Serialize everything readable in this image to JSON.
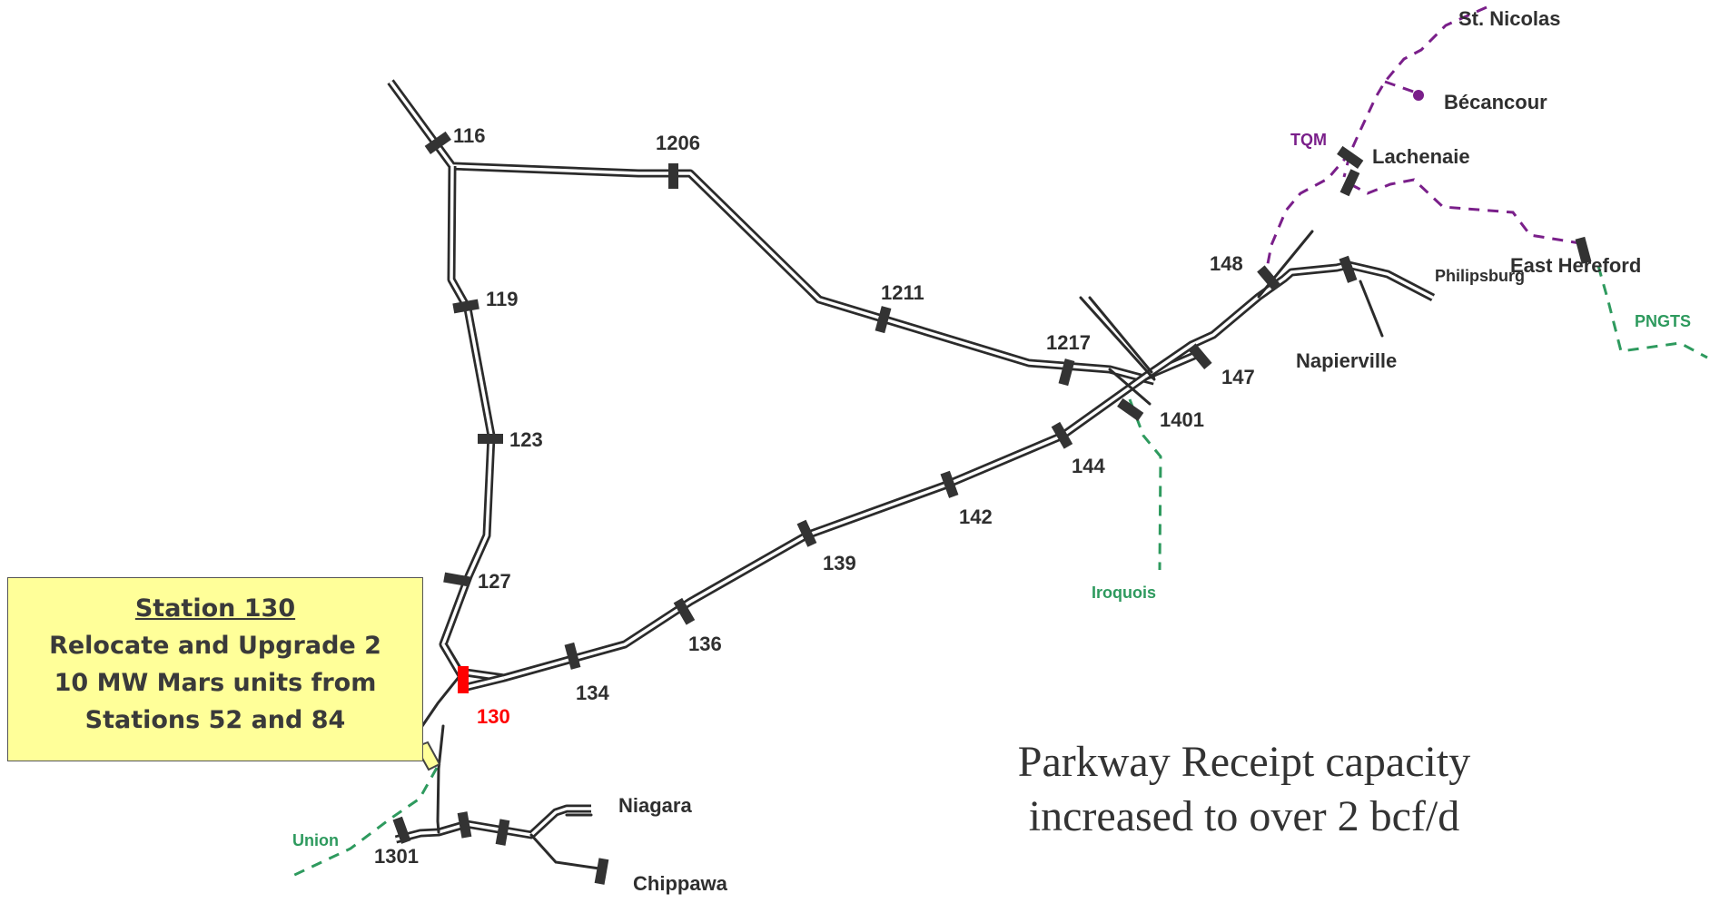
{
  "stations": {
    "s116": "116",
    "s1206": "1206",
    "s119": "119",
    "s123": "123",
    "s127": "127",
    "s130": "130",
    "s134": "134",
    "s136": "136",
    "s139": "139",
    "s142": "142",
    "s144": "144",
    "s147": "147",
    "s148": "148",
    "s1211": "1211",
    "s1217": "1217",
    "s1401": "1401",
    "s1301": "1301"
  },
  "places": {
    "st_nicolas": "St. Nicolas",
    "becancour": "Bécancour",
    "lachenaie": "Lachenaie",
    "east_hereford": "East Hereford",
    "philipsburg": "Philipsburg",
    "napierville": "Napierville",
    "niagara": "Niagara",
    "chippawa": "Chippawa"
  },
  "connecting_pipelines": {
    "tqm": "TQM",
    "pngts": "PNGTS",
    "iroquois": "Iroquois",
    "union": "Union"
  },
  "colors": {
    "highlight_station": "#ff0000",
    "tqm_line": "#7a1f8a",
    "green_line": "#2e9a5e",
    "callout_fill": "#ffff99"
  },
  "callout": {
    "title": "Station 130",
    "line1": "Relocate and Upgrade 2",
    "line2": "10 MW Mars units from",
    "line3": "Stations 52 and 84"
  },
  "note": {
    "line1": "Parkway Receipt capacity",
    "line2": "increased to over 2 bcf/d"
  }
}
